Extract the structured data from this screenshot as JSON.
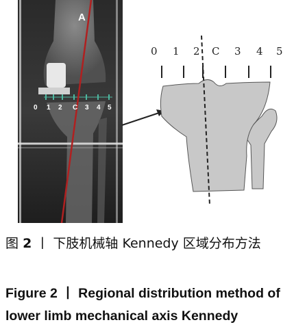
{
  "xray": {
    "view_label": "A",
    "zone_labels": [
      "0",
      "1",
      "2",
      "C",
      "3",
      "4",
      "5"
    ]
  },
  "diagram": {
    "zone_labels": [
      "0",
      "1",
      "2",
      "C",
      "3",
      "4",
      "5"
    ]
  },
  "caption": {
    "cn_prefix": "图",
    "cn_number": "2",
    "cn_separator": "丨",
    "cn_text": "下肢机械轴 Kennedy 区域分布方法",
    "en_text": "Figure 2 丨 Regional distribution method of lower limb mechanical axis Kennedy"
  },
  "colors": {
    "axis_line": "#b02020",
    "implant_teal": "#4db8a0",
    "bone_fill": "#c8c8c8"
  }
}
